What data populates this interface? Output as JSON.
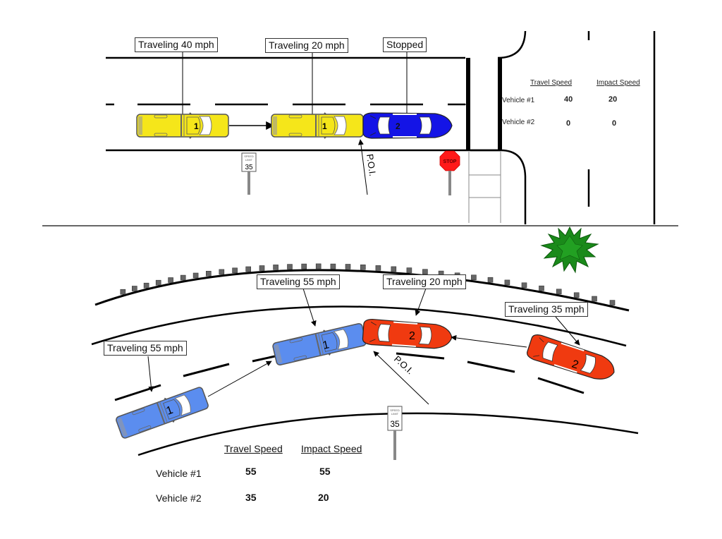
{
  "top_scene": {
    "labels": {
      "v1_before": "Traveling 40 mph",
      "v1_impact": "Traveling 20 mph",
      "v2": "Stopped",
      "poi": "P.O.I."
    },
    "vehicles": [
      {
        "id": "1",
        "type": "pickup",
        "color": "#f5e61a",
        "position": "before"
      },
      {
        "id": "1",
        "type": "pickup",
        "color": "#f5e61a",
        "position": "impact"
      },
      {
        "id": "2",
        "type": "sedan",
        "color": "#1414e6",
        "position": "stopped"
      }
    ],
    "signs": {
      "speed_limit_top": "SPEED",
      "speed_limit_mid": "LIMIT",
      "speed_limit_value": "35",
      "stop": "STOP"
    },
    "table": {
      "headers": [
        "Travel Speed",
        "Impact Speed"
      ],
      "rows": [
        {
          "vehicle": "Vehicle #1",
          "travel": "40",
          "impact": "20"
        },
        {
          "vehicle": "Vehicle #2",
          "travel": "0",
          "impact": "0"
        }
      ]
    }
  },
  "bottom_scene": {
    "labels": {
      "v1_before": "Traveling 55 mph",
      "v1_impact": "Traveling 55 mph",
      "v2_impact": "Traveling 20 mph",
      "v2_before": "Traveling 35 mph",
      "poi": "P.O.I."
    },
    "vehicles": [
      {
        "id": "1",
        "type": "pickup",
        "color": "#5b8def",
        "position": "before"
      },
      {
        "id": "1",
        "type": "pickup",
        "color": "#5b8def",
        "position": "impact"
      },
      {
        "id": "2",
        "type": "sedan",
        "color": "#f03a10",
        "position": "impact"
      },
      {
        "id": "2",
        "type": "sedan",
        "color": "#f03a10",
        "position": "before"
      }
    ],
    "signs": {
      "speed_limit_top": "SPEED",
      "speed_limit_mid": "LIMIT",
      "speed_limit_value": "35"
    },
    "table": {
      "headers": [
        "Travel Speed",
        "Impact Speed"
      ],
      "rows": [
        {
          "vehicle": "Vehicle #1",
          "travel": "55",
          "impact": "55"
        },
        {
          "vehicle": "Vehicle #2",
          "travel": "35",
          "impact": "20"
        }
      ]
    }
  },
  "colors": {
    "yellow_vehicle": "#f5e61a",
    "blue_vehicle": "#1414e6",
    "light_blue_vehicle": "#5b8def",
    "red_vehicle": "#f03a10",
    "stop_sign": "#ff1a1a",
    "tree": "#1a8a1a"
  }
}
